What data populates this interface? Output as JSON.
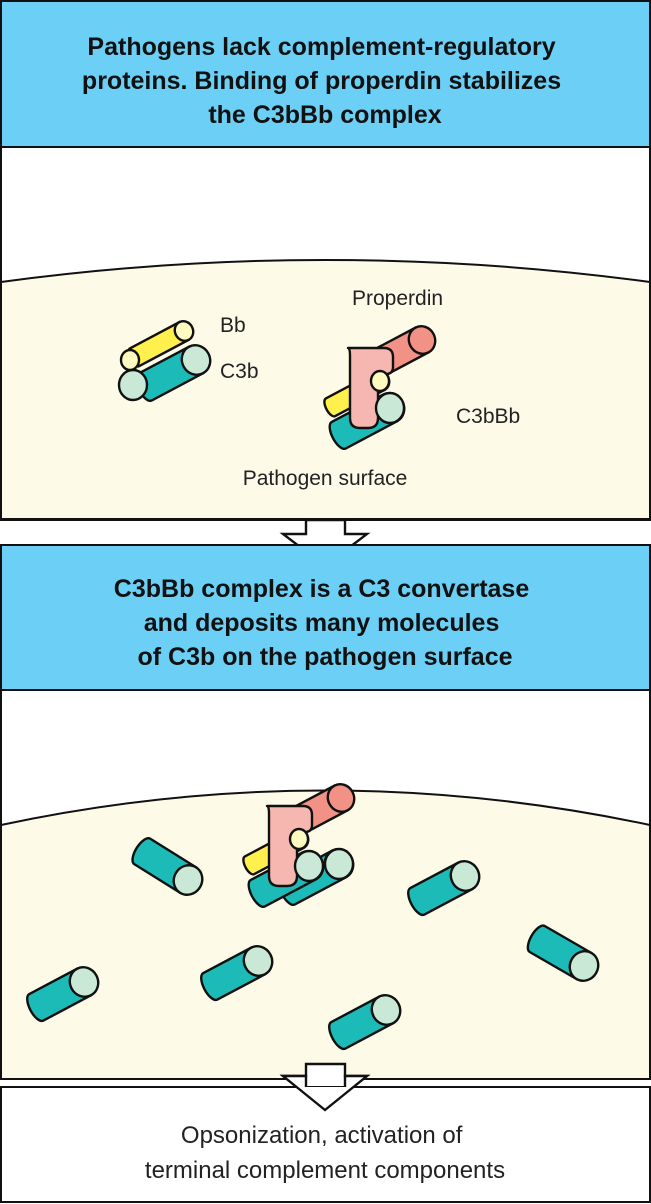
{
  "panel1": {
    "header": [
      "Pathogens lack complement-regulatory",
      "proteins. Binding of properdin stabilizes",
      "the C3bBb complex"
    ],
    "labels": {
      "bb": "Bb",
      "c3b": "C3b",
      "properdin": "Properdin",
      "c3bbb": "C3bBb",
      "surface": "Pathogen surface"
    }
  },
  "panel2": {
    "header": [
      "C3bBb complex is a C3 convertase",
      "and deposits many molecules",
      "of C3b on the pathogen surface"
    ]
  },
  "footer": {
    "lines": [
      "Opsonization, activation of",
      "terminal complement components"
    ]
  },
  "colors": {
    "header_bg": "#6ccff6",
    "surface_bg": "#fdfbe8",
    "c3b": "#1dbbb8",
    "c3b_end": "#c9e8d6",
    "bb": "#fff04d",
    "bb_end": "#fffbc0",
    "properdin": "#f29286",
    "properdin_light": "#f5b7b0"
  }
}
